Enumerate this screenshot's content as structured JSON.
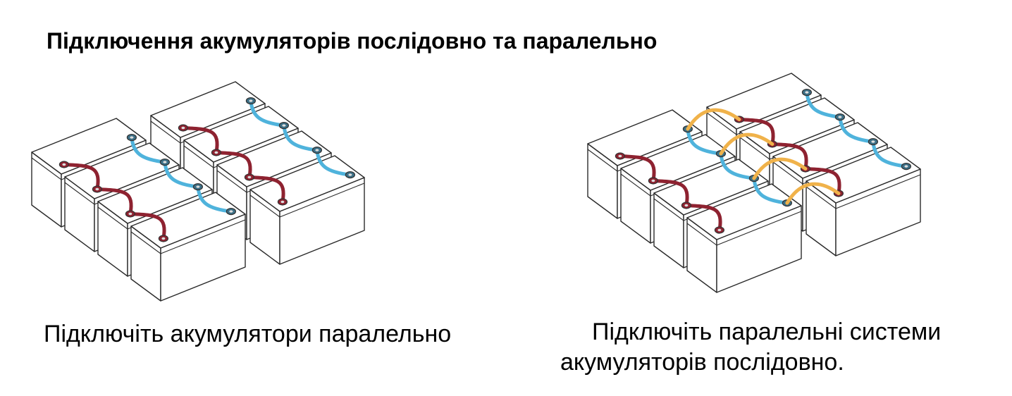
{
  "title": "Підключення акумуляторів послідовно та паралельно",
  "left_diagram": {
    "caption": "Підключіть акумулятори паралельно"
  },
  "right_diagram": {
    "caption_line1": "Підключіть паралельні системи",
    "caption_line2": "акумуляторів послідовно."
  },
  "colors": {
    "red_cable": "#8e2230",
    "blue_cable": "#4fb3dc",
    "yellow_cable": "#f0b24a",
    "outline": "#2a2a2a"
  }
}
